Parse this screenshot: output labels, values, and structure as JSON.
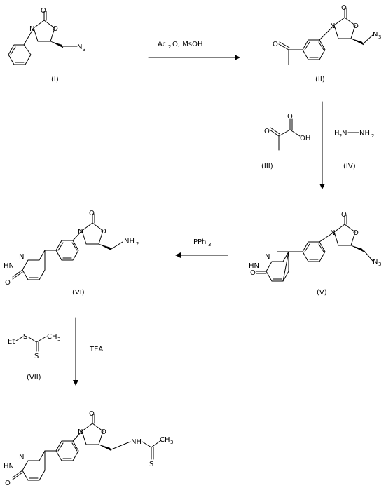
{
  "atoms": {
    "O": "O",
    "N": "N",
    "S": "S",
    "OH": "OH",
    "HN": "HN",
    "H": "H",
    "Et": "Et",
    "NH": "NH",
    "CH": "CH"
  },
  "subscripts": {
    "three": "3",
    "two": "2"
  },
  "reagents": {
    "step1_main": "Ac",
    "step1_rest": "O, MsOH",
    "step4": "PPh",
    "step5": "TEA"
  },
  "compound_labels": {
    "I": "(I)",
    "II": "(II)",
    "III": "(III)",
    "IV": "(IV)",
    "V": "(V)",
    "VI": "(VI)",
    "VII": "(VII)"
  }
}
